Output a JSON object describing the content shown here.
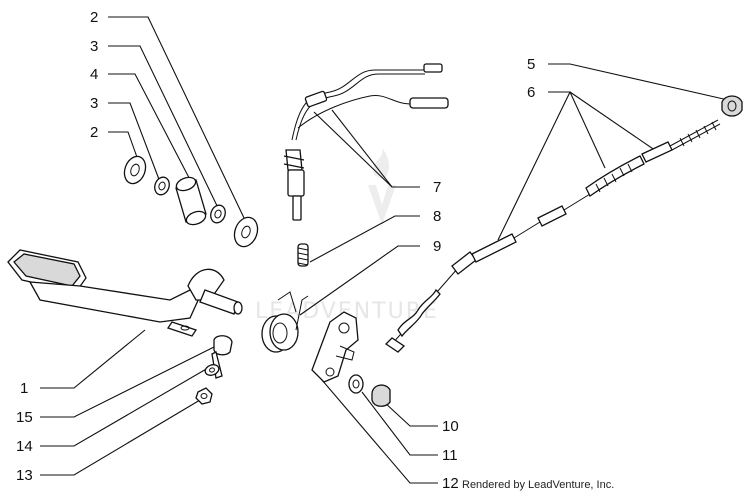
{
  "callouts": [
    {
      "id": "c2a",
      "text": "2"
    },
    {
      "id": "c3a",
      "text": "3"
    },
    {
      "id": "c4",
      "text": "4"
    },
    {
      "id": "c3b",
      "text": "3"
    },
    {
      "id": "c2b",
      "text": "2"
    },
    {
      "id": "c5",
      "text": "5"
    },
    {
      "id": "c6",
      "text": "6"
    },
    {
      "id": "c7",
      "text": "7"
    },
    {
      "id": "c8",
      "text": "8"
    },
    {
      "id": "c9",
      "text": "9"
    },
    {
      "id": "c1",
      "text": "1"
    },
    {
      "id": "c15",
      "text": "15"
    },
    {
      "id": "c14",
      "text": "14"
    },
    {
      "id": "c13",
      "text": "13"
    },
    {
      "id": "c10",
      "text": "10"
    },
    {
      "id": "c11",
      "text": "11"
    },
    {
      "id": "c12",
      "text": "12"
    }
  ],
  "credit": "Rendered by LeadVenture, Inc.",
  "watermark": "LEADVENTURE"
}
